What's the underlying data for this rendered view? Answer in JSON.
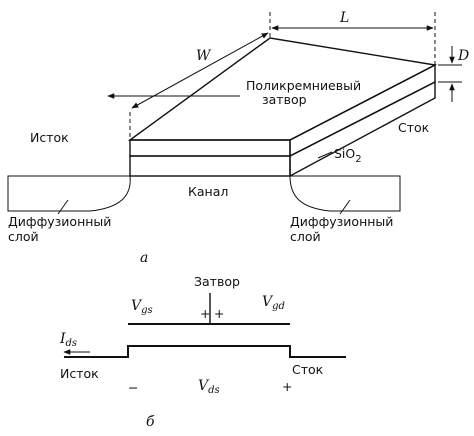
{
  "panel_a": {
    "dim_w": "W",
    "dim_l": "L",
    "dim_d": "D",
    "gate_line1": "Поликремниевый",
    "gate_line2": "затвор",
    "source": "Исток",
    "drain": "Сток",
    "oxide": "SiO",
    "oxide_sub": "2",
    "channel": "Канал",
    "diff_left_line1": "Диффузионный",
    "diff_left_line2": "слой",
    "diff_right_line1": "Диффузионный",
    "diff_right_line2": "слой",
    "caption": "а"
  },
  "panel_b": {
    "gate": "Затвор",
    "vgs_main": "V",
    "vgs_sub": "gs",
    "vgd_main": "V",
    "vgd_sub": "gd",
    "plus_left": "+",
    "plus_right": "+",
    "ids_main": "I",
    "ids_sub": "ds",
    "source": "Исток",
    "drain": "Сток",
    "minus": "−",
    "plus_drain": "+",
    "vds_main": "V",
    "vds_sub": "ds",
    "caption": "б"
  }
}
